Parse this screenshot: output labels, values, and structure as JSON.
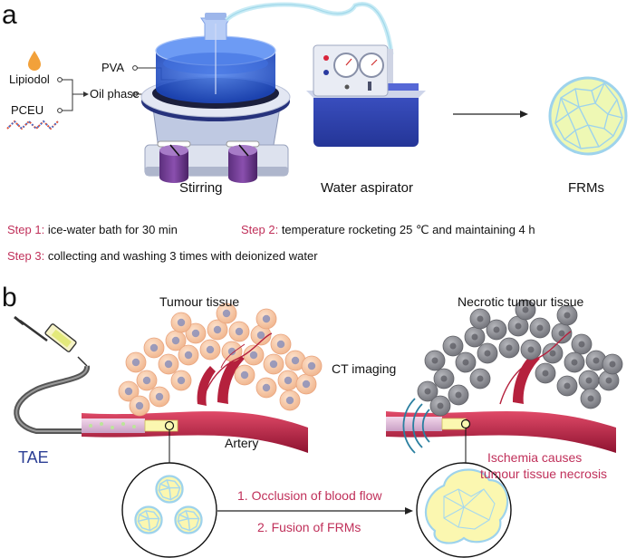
{
  "panel_a": {
    "letter": "a",
    "labels": {
      "lipiodol": "Lipiodol",
      "pceu": "PCEU",
      "pva": "PVA",
      "oil_phase": "Oil phase",
      "stirring": "Stirring",
      "water_aspirator": "Water aspirator",
      "frms": "FRMs"
    },
    "steps": [
      {
        "key": "Step 1:",
        "text": " ice-water bath for 30 min"
      },
      {
        "key": "Step 2:",
        "text": " temperature rocketing 25 ℃ and maintaining 4 h"
      },
      {
        "key": "Step 3:",
        "text": " collecting and washing 3 times with deionized water"
      }
    ]
  },
  "panel_b": {
    "letter": "b",
    "labels": {
      "tumour_tissue": "Tumour tissue",
      "necrotic_tissue": "Necrotic tumour tissue",
      "ct_imaging": "CT imaging",
      "artery": "Artery",
      "tae": "TAE",
      "ischemia_line1": "Ischemia causes",
      "ischemia_line2": "tumour tissue necrosis",
      "occlusion": "1. Occlusion of blood flow",
      "fusion": "2. Fusion of FRMs"
    }
  },
  "colors": {
    "accent": "#c0305a",
    "tae_blue": "#2c3f95",
    "microsphere_fill": "#fbf7b0",
    "microsphere_edge": "#9ed3ec",
    "tumour_cell": "#f5c6a8",
    "necrotic_cell": "#8f9096",
    "artery": "#b5213d"
  }
}
